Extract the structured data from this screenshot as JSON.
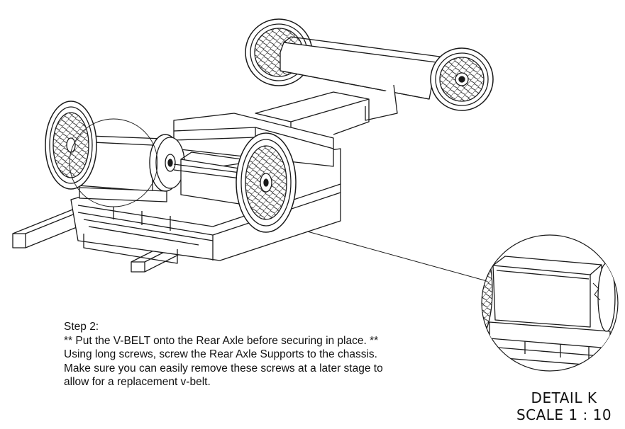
{
  "instructions": {
    "step_title": "Step 2:",
    "lines": [
      "** Put the V-BELT onto the Rear Axle before securing in place. **",
      "Using long screws, screw the Rear Axle Supports to the chassis.",
      "Make sure you can easily remove these screws at a later stage to",
      "allow for a replacement v-belt."
    ]
  },
  "detail": {
    "title": "DETAIL K",
    "scale": "SCALE 1 : 10"
  },
  "colors": {
    "line": "#1a1a1a",
    "background": "#ffffff"
  }
}
